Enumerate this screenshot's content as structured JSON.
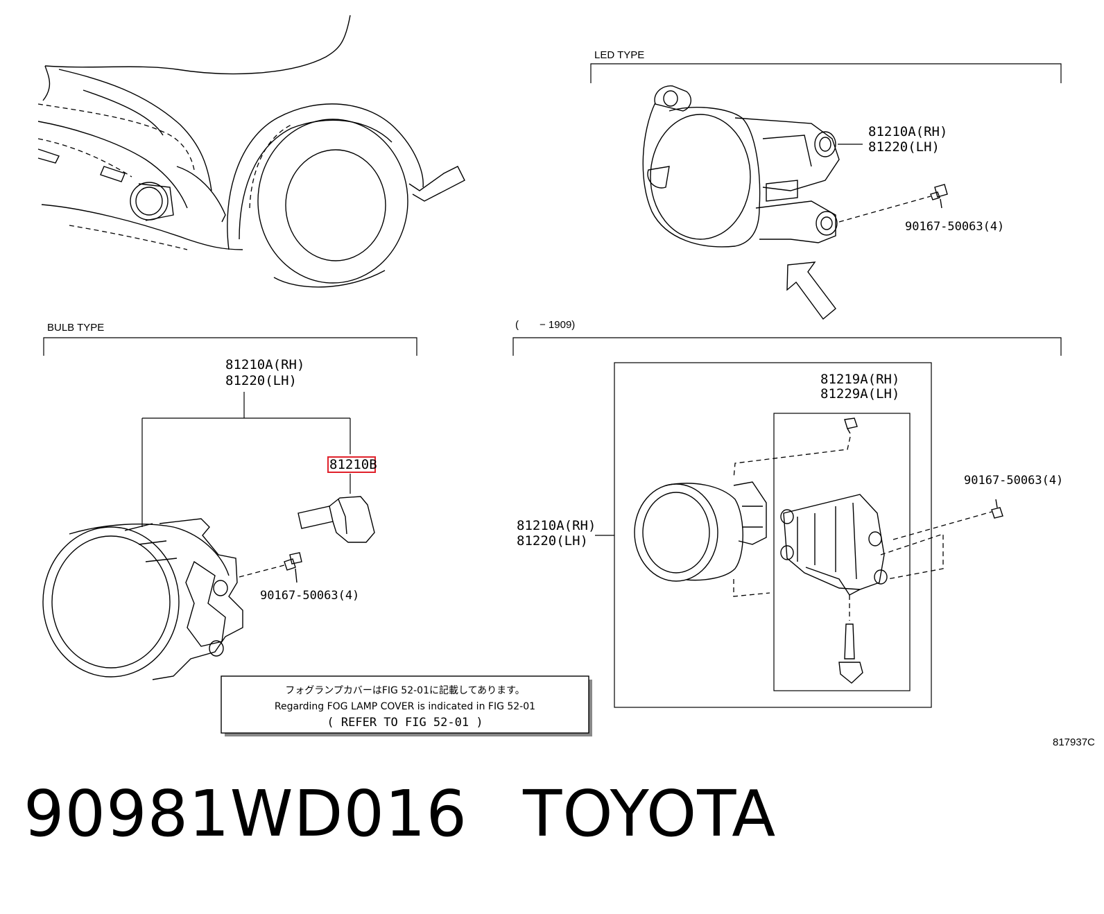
{
  "sections": {
    "led_type": "LED TYPE",
    "bulb_type": "BULB TYPE",
    "date_range": "(　　− 1909)"
  },
  "callouts": {
    "led_lamp_rh": "81210A(RH)",
    "led_lamp_lh": "81220(LH)",
    "led_bolt": "90167-50063(4)",
    "bulb_lamp_rh": "81210A(RH)",
    "bulb_lamp_lh": "81220(LH)",
    "bulb_bulb": "81210B",
    "bulb_bolt": "90167-50063(4)",
    "old_bracket_rh": "81219A(RH)",
    "old_bracket_lh": "81229A(LH)",
    "old_bolt": "90167-50063(4)",
    "old_lamp_rh": "81210A(RH)",
    "old_lamp_lh": "81220(LH)"
  },
  "note": {
    "line_jp": "フォグランプカバーはFIG 52-01に記載してあります。",
    "line_en": "Regarding FOG LAMP COVER is indicated in FIG 52-01",
    "line_ref": "( REFER TO FIG 52-01 )"
  },
  "figure_number": "817937C",
  "footer": {
    "part_number": "90981WD016",
    "brand": "TOYOTA"
  },
  "colors": {
    "highlight": "#e0202a",
    "ink": "#000000"
  }
}
